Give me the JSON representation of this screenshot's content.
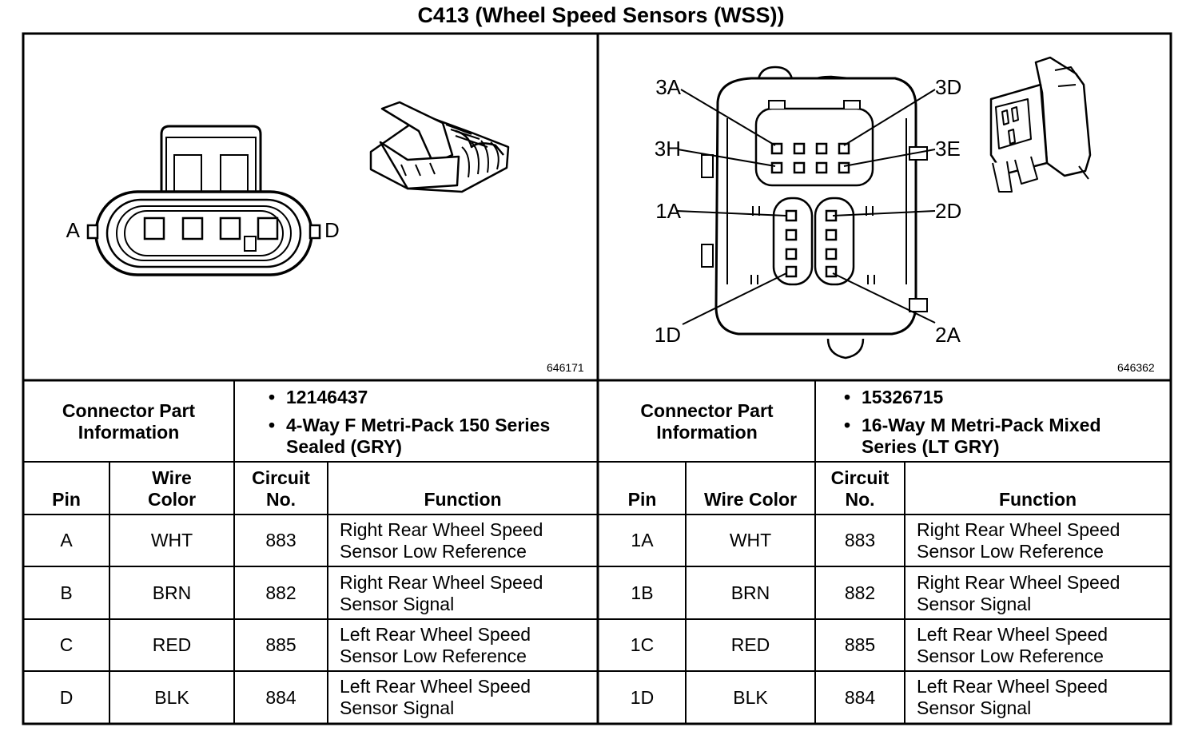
{
  "title": "C413 (Wheel Speed Sensors (WSS))",
  "left": {
    "figure_id": "646171",
    "pin_labels": [
      "A",
      "D"
    ],
    "connector_info_label": "Connector Part Information",
    "part_info": [
      "12146437",
      "4-Way F Metri-Pack 150 Series Sealed (GRY)"
    ],
    "headers": {
      "pin": "Pin",
      "wire_color": "Wire Color",
      "circuit": "Circuit No.",
      "function": "Function"
    },
    "rows": [
      {
        "pin": "A",
        "wire": "WHT",
        "circuit": "883",
        "function": "Right Rear Wheel Speed Sensor Low Reference"
      },
      {
        "pin": "B",
        "wire": "BRN",
        "circuit": "882",
        "function": "Right Rear Wheel Speed Sensor Signal"
      },
      {
        "pin": "C",
        "wire": "RED",
        "circuit": "885",
        "function": "Left Rear Wheel Speed Sensor Low Reference"
      },
      {
        "pin": "D",
        "wire": "BLK",
        "circuit": "884",
        "function": "Left Rear Wheel Speed Sensor Signal"
      }
    ]
  },
  "right": {
    "figure_id": "646362",
    "pin_labels": [
      "3A",
      "3H",
      "1A",
      "1D",
      "3D",
      "3E",
      "2D",
      "2A"
    ],
    "connector_info_label": "Connector Part Information",
    "part_info": [
      "15326715",
      "16-Way M Metri-Pack Mixed Series (LT GRY)"
    ],
    "headers": {
      "pin": "Pin",
      "wire_color": "Wire Color",
      "circuit": "Circuit No.",
      "function": "Function"
    },
    "rows": [
      {
        "pin": "1A",
        "wire": "WHT",
        "circuit": "883",
        "function": "Right Rear Wheel Speed Sensor Low Reference"
      },
      {
        "pin": "1B",
        "wire": "BRN",
        "circuit": "882",
        "function": "Right Rear Wheel Speed Sensor Signal"
      },
      {
        "pin": "1C",
        "wire": "RED",
        "circuit": "885",
        "function": "Left Rear Wheel Speed Sensor Low Reference"
      },
      {
        "pin": "1D",
        "wire": "BLK",
        "circuit": "884",
        "function": "Left Rear Wheel Speed Sensor Signal"
      }
    ]
  }
}
